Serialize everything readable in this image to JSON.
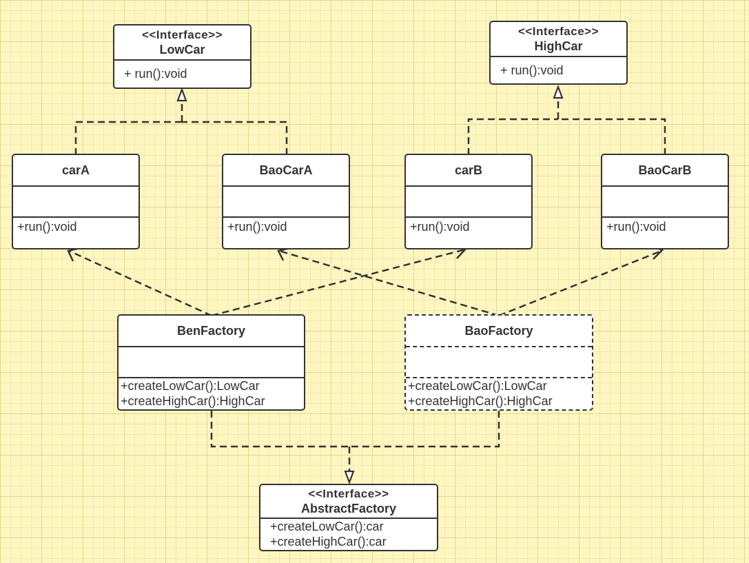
{
  "diagram": {
    "interfaces": {
      "low_car": {
        "stereotype": "<<Interface>>",
        "name": "LowCar",
        "methods": [
          "+ run():void"
        ]
      },
      "high_car": {
        "stereotype": "<<Interface>>",
        "name": "HighCar",
        "methods": [
          "+ run():void"
        ]
      },
      "abstract_factory": {
        "stereotype": "<<Interface>>",
        "name": "AbstractFactory",
        "methods": [
          "+createLowCar():car",
          "+createHighCar():car"
        ]
      }
    },
    "classes": {
      "car_a": {
        "name": "carA",
        "methods": [
          "+run():void"
        ]
      },
      "bao_car_a": {
        "name": "BaoCarA",
        "methods": [
          "+run():void"
        ]
      },
      "car_b": {
        "name": "carB",
        "methods": [
          "+run():void"
        ]
      },
      "bao_car_b": {
        "name": "BaoCarB",
        "methods": [
          "+run():void"
        ]
      },
      "ben_factory": {
        "name": "BenFactory",
        "methods": [
          "+createLowCar():LowCar",
          "+createHighCar():HighCar"
        ]
      },
      "bao_factory": {
        "name": "BaoFactory",
        "methods": [
          "+createLowCar():LowCar",
          "+createHighCar():HighCar"
        ]
      }
    },
    "colors": {
      "background": "#fdf6c0",
      "grid": "#d6c878",
      "line": "#333333",
      "box_fill": "#ffffff"
    }
  }
}
